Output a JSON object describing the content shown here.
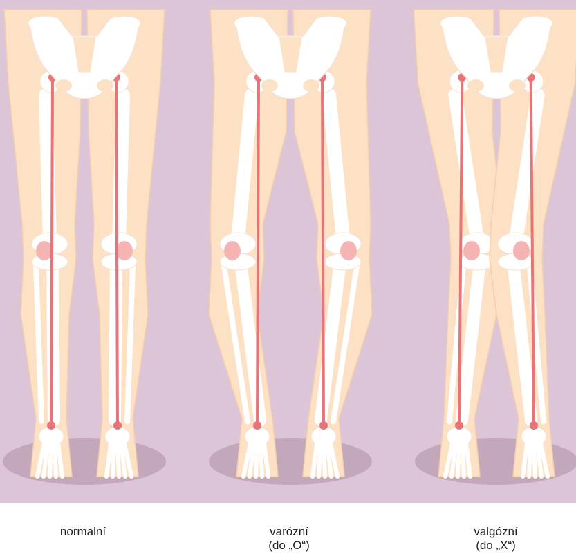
{
  "colors": {
    "page_background": "#ffffff",
    "panel_background": "#dcc5d6",
    "skin": "#fde1c4",
    "skin_outline": "#f4cfae",
    "bone": "#ffffff",
    "bone_outline": "#f6e2d2",
    "mechanical_axis": "#ea7377",
    "kneecap": "#f6b3b4",
    "floor_shadow": "#c3a8bc",
    "caption_text": "#222222"
  },
  "figures": [
    {
      "id": "normal",
      "label_lines": [
        "normalní"
      ],
      "knee_alignment": "straight"
    },
    {
      "id": "varus",
      "label_lines": [
        "varózní",
        "(do „O“)"
      ],
      "knee_alignment": "bowed-outward"
    },
    {
      "id": "valgus",
      "label_lines": [
        "valgózní",
        "(do „X“)"
      ],
      "knee_alignment": "knock-knee"
    }
  ]
}
